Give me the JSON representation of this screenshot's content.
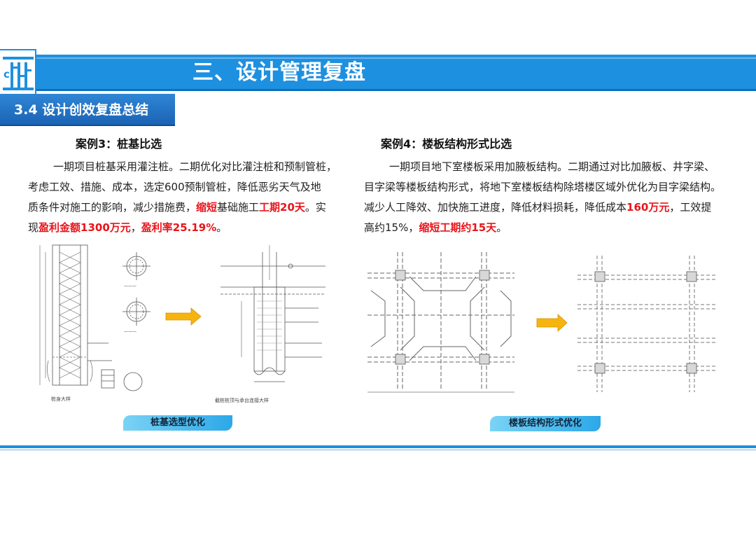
{
  "header": {
    "title": "三、设计管理复盘",
    "section": "3.4 设计创效复盘总结"
  },
  "case3": {
    "title": "案例3：桩基比选",
    "lines": [
      [
        "一期项目桩基采用灌注桩。二期优化对比灌注桩和预制管桩，"
      ],
      [
        "考虑工效、措施、成本，选定600预制管桩，降低恶劣天气及地"
      ],
      [
        "质条件对施工的影响，减少措施费，",
        "缩短",
        "基础施工",
        "工期20天",
        "。实"
      ],
      [
        "现",
        "盈利金额1300万元",
        "，",
        "盈利率25.19%",
        "。"
      ]
    ],
    "caption": "桩基选型优化",
    "drawing_labels": [
      "桩身大样",
      "截桩桩顶与承台连接大样"
    ]
  },
  "case4": {
    "title": "案例4：楼板结构形式比选",
    "lines": [
      [
        "一期项目地下室楼板采用加腋板结构。二期通过对比加腋板、井字梁、"
      ],
      [
        "目字梁等楼板结构形式，将地下室楼板结构除塔楼区域外优化为目字梁结构。"
      ],
      [
        "减少人工降效、加快施工进度，降低材料损耗，降低成本",
        "160万元",
        "，工效提"
      ],
      [
        "高约15%，",
        "缩短工期约15天",
        "。"
      ]
    ],
    "caption": "楼板结构形式优化"
  },
  "colors": {
    "header_blue": "#1e90e0",
    "tab_blue": "#1b63b4",
    "highlight_red": "#e8141b",
    "arrow_orange": "#f6b40f"
  }
}
